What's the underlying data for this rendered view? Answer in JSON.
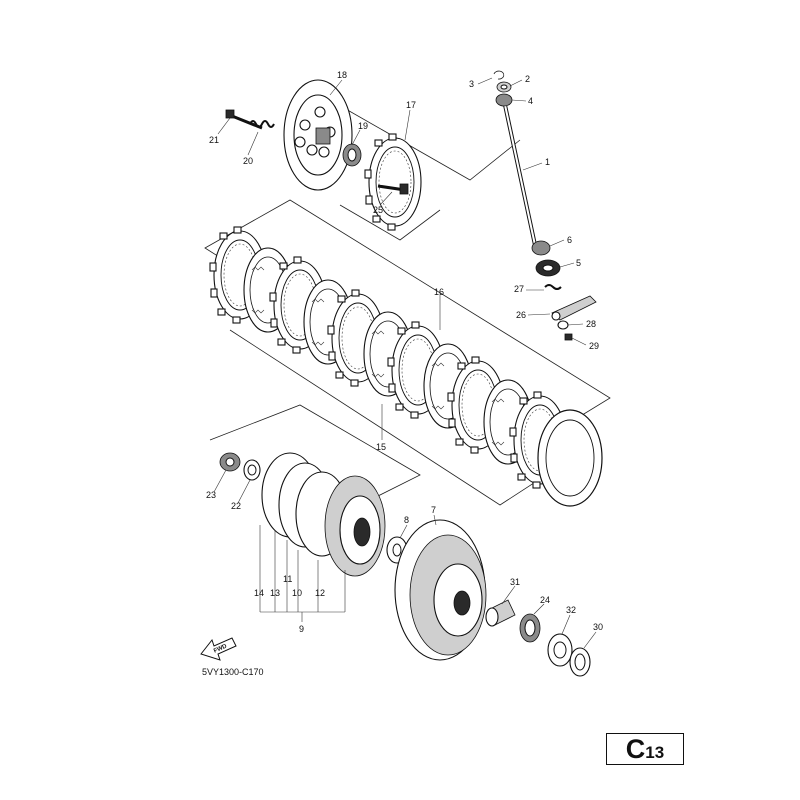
{
  "diagram": {
    "code": "5VY1300-C170",
    "page": {
      "letter": "C",
      "number": "13"
    },
    "fwd_label": "FWD",
    "callouts": [
      "1",
      "2",
      "3",
      "4",
      "5",
      "6",
      "7",
      "8",
      "9",
      "10",
      "11",
      "12",
      "13",
      "14",
      "15",
      "16",
      "17",
      "18",
      "19",
      "20",
      "21",
      "22",
      "23",
      "24",
      "25",
      "26",
      "27",
      "28",
      "29",
      "30",
      "31",
      "32"
    ]
  }
}
